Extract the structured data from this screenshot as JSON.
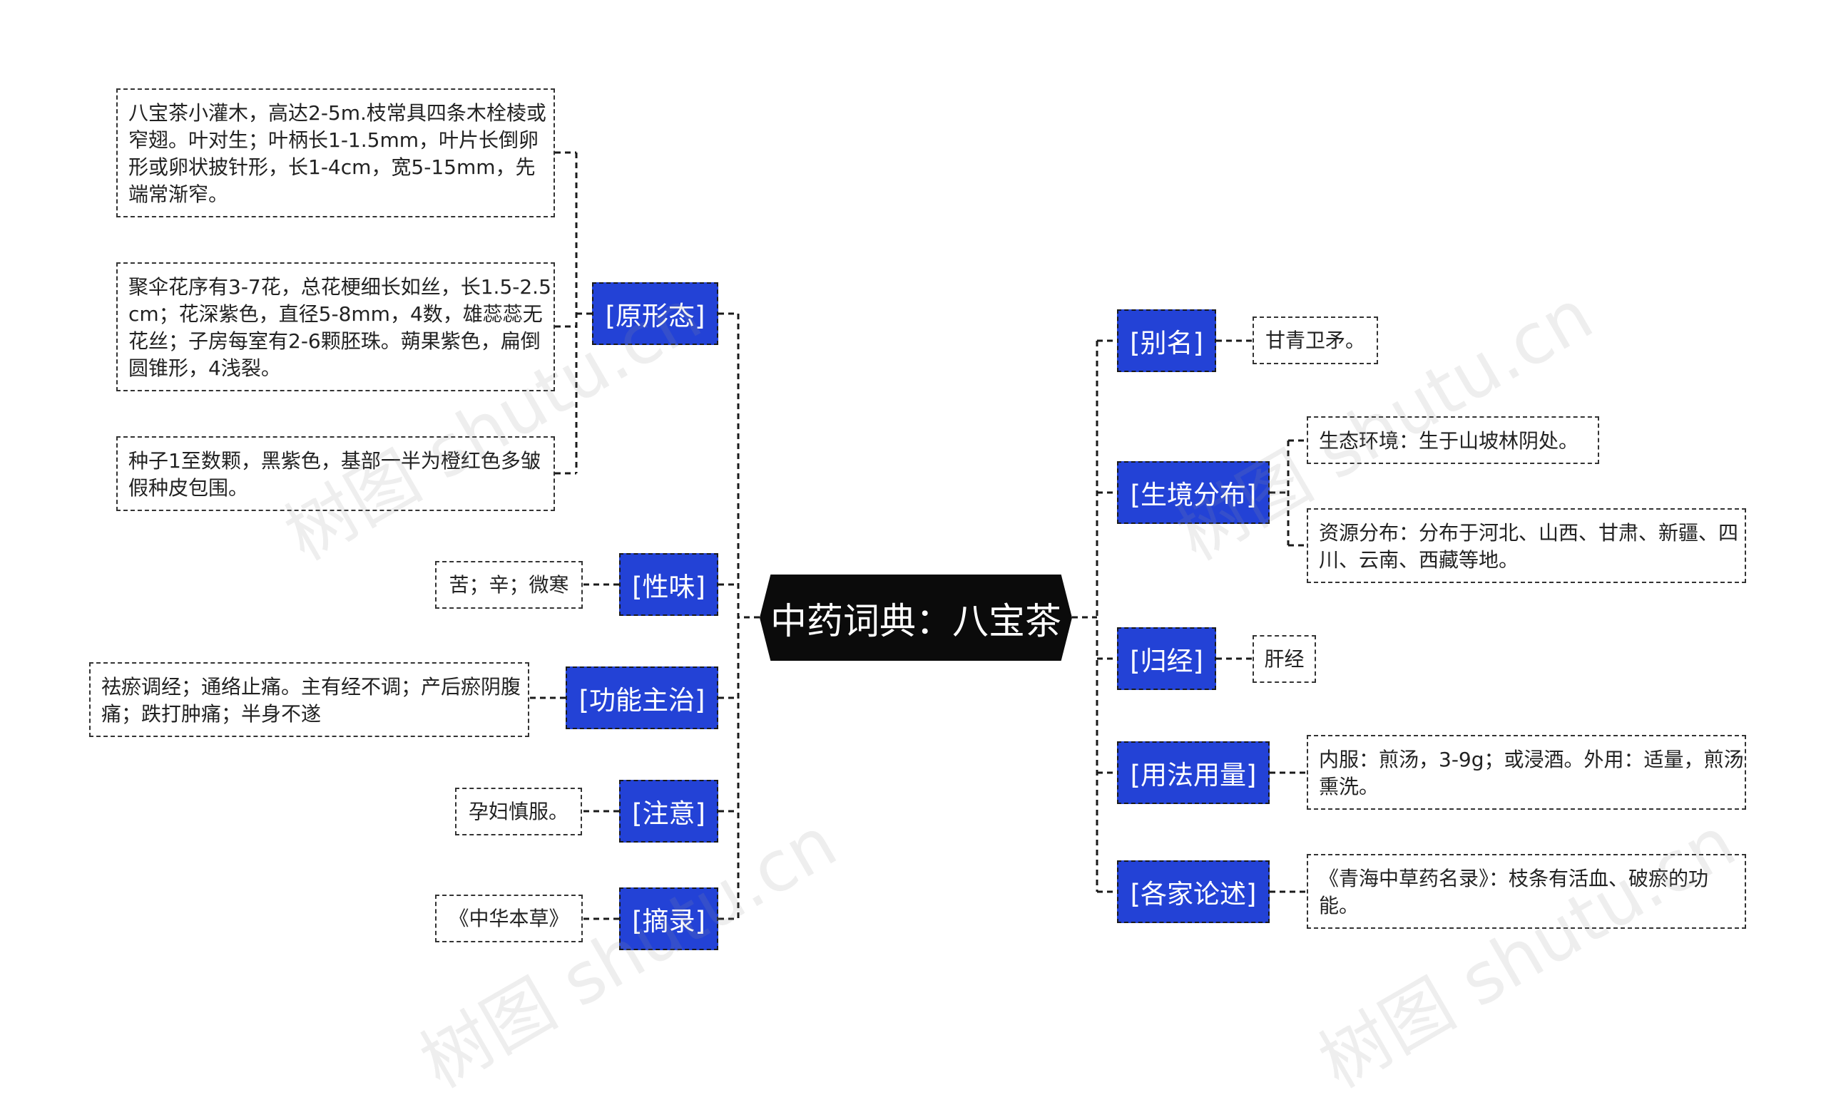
{
  "root": {
    "title": "中药词典：八宝茶"
  },
  "branches": {
    "yuanxingtai": {
      "label": "[原形态]"
    },
    "xingwei": {
      "label": "[性味]"
    },
    "gongneng": {
      "label": "[功能主治]"
    },
    "zhuyi": {
      "label": "[注意]"
    },
    "zhailu": {
      "label": "[摘录]"
    },
    "bieming": {
      "label": "[别名]"
    },
    "shengjing": {
      "label": "[生境分布]"
    },
    "guijing": {
      "label": "[归经]"
    },
    "yongfa": {
      "label": "[用法用量]"
    },
    "gejia": {
      "label": "[各家论述]"
    }
  },
  "leaves": {
    "yuanxingtai_1": "八宝茶小灌木，高达2-5m.枝常具四条木栓棱或窄翅。叶对生；叶柄长1-1.5mm，叶片长倒卵形或卵状披针形，长1-4cm，宽5-15mm，先端常渐窄。",
    "yuanxingtai_2": "聚伞花序有3-7花，总花梗细长如丝，长1.5-2.5cm；花深紫色，直径5-8mm，4数，雄蕊蕊无花丝；子房每室有2-6颗胚珠。蒴果紫色，扁倒圆锥形，4浅裂。",
    "yuanxingtai_3": "种子1至数颗，黑紫色，基部一半为橙红色多皱假种皮包围。",
    "xingwei": "苦；辛；微寒",
    "gongneng": "祛瘀调经；通络止痛。主有经不调；产后瘀阴腹痛；跌打肿痛；半身不遂",
    "zhuyi": "孕妇慎服。",
    "zhailu": "《中华本草》",
    "bieming": "甘青卫矛。",
    "shengjing_1": "生态环境：生于山坡林阴处。",
    "shengjing_2": "资源分布：分布于河北、山西、甘肃、新疆、四川、云南、西藏等地。",
    "guijing": "肝经",
    "yongfa": "内服：煎汤，3-9g；或浸酒。外用：适量，煎汤熏洗。",
    "gejia": "《青海中草药名录》：枝条有活血、破瘀的功能。"
  },
  "watermark": "树图 shutu.cn",
  "colors": {
    "root_bg": "#0b0b0b",
    "branch_bg": "#2342d6",
    "connector": "#1a1a1a"
  }
}
